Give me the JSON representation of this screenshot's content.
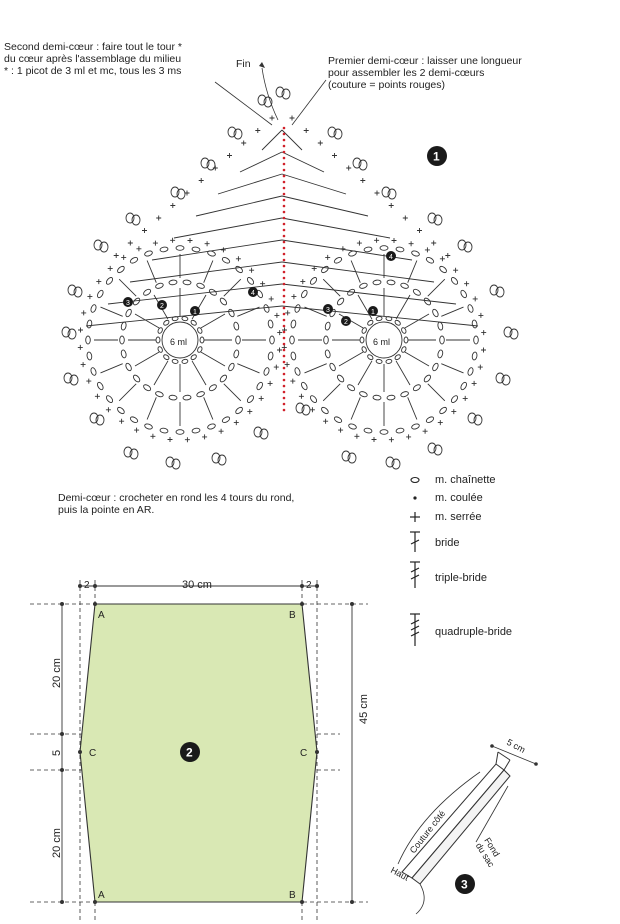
{
  "motif": {
    "note_second": "Second demi-cœur : faire tout le tour *\ndu cœur après l'assemblage du milieu\n* : 1 picot de 3 ml et mc, tous les 3 ms",
    "note_first": "Premier demi-cœur : laisser une longueur\npour assembler les 2 demi-cœurs\n(couture = points rouges)",
    "fin_label": "Fin",
    "ring_label": "6 ml",
    "round_numbers": [
      "1",
      "2",
      "3",
      "4"
    ],
    "figure_number": "1",
    "half_heart_note": "Demi-cœur : crocheter en rond les 4 tours du rond,\npuis la pointe en AR.",
    "seam_color": "#d0202a"
  },
  "legend": [
    {
      "symbol": "chain",
      "label": "m. chaînette"
    },
    {
      "symbol": "slip",
      "label": "m. coulée"
    },
    {
      "symbol": "single",
      "label": "m. serrée"
    },
    {
      "symbol": "double",
      "label": "bride"
    },
    {
      "symbol": "triple",
      "label": "triple-bride"
    },
    {
      "symbol": "quadruple",
      "label": "quadruple-bride"
    }
  ],
  "pattern": {
    "figure_number": "2",
    "fill_color": "#d9e8b4",
    "top_left_margin": "2",
    "top_width": "30 cm",
    "top_right_margin": "2",
    "left_upper": "20 cm",
    "left_middle": "5",
    "left_lower": "20 cm",
    "right_height": "45 cm",
    "corner_a": "A",
    "corner_b": "B",
    "corner_c": "C"
  },
  "assembly": {
    "figure_number": "3",
    "width_label": "5 cm",
    "seam_label": "Couture côté",
    "bottom_label": "Fond\ndu sac",
    "top_label": "Haut"
  }
}
